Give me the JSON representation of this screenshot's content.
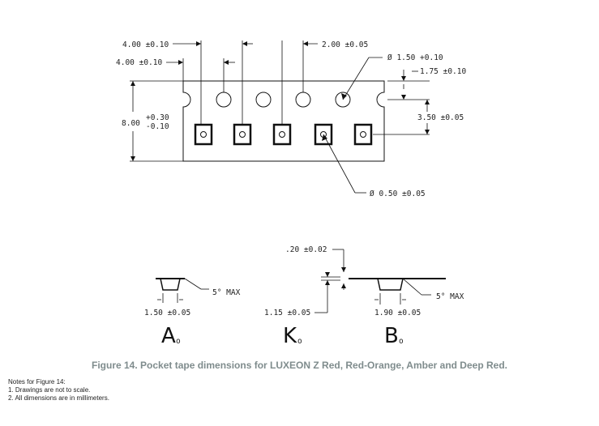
{
  "dimensions": {
    "pitch_top": "4.00 ±0.10",
    "pitch_second": "4.00 ±0.10",
    "hole_to_pocket": "2.00 ±0.05",
    "hole_diameter": "Ø 1.50 +0.10",
    "edge_to_hole": "1.75 ±0.10",
    "hole_to_pocket_center": "3.50 ±0.05",
    "tape_width_value": "8.00",
    "tape_width_tol_plus": "+0.30",
    "tape_width_tol_minus": "-0.10",
    "pocket_hole_diameter": "Ø 0.50 ±0.05",
    "thickness": ".20 ±0.02",
    "a0_width": "1.50 ±0.05",
    "a0_angle": "5° MAX",
    "k0_depth": "1.15 ±0.05",
    "b0_width": "1.90 ±0.05",
    "b0_angle": "5° MAX"
  },
  "view_labels": {
    "a0": "A",
    "k0": "K",
    "b0": "B",
    "subscript": "o"
  },
  "caption": "Figure 14. Pocket tape dimensions for LUXEON Z Red, Red-Orange, Amber and Deep Red.",
  "notes": {
    "title": "Notes for Figure 14:",
    "items": [
      "1.  Drawings are not to scale.",
      "2.  All dimensions are in millimeters."
    ]
  }
}
